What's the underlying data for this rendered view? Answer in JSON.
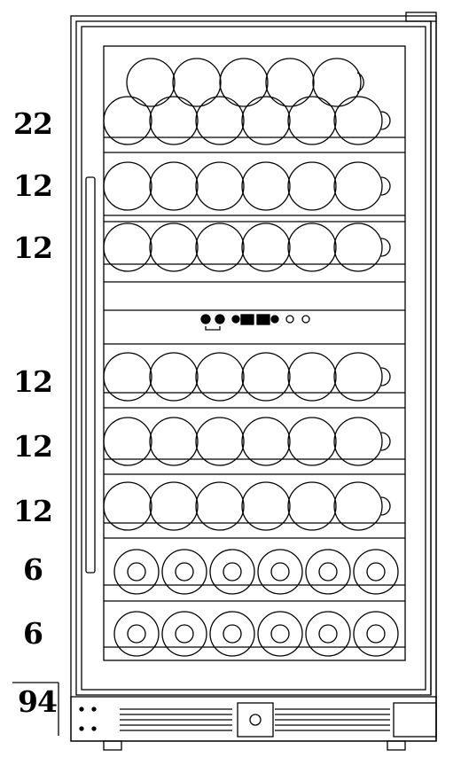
{
  "shelves": [
    {
      "count": "22",
      "type": "double-row"
    },
    {
      "count": "12",
      "type": "single-row"
    },
    {
      "count": "12",
      "type": "single-row"
    },
    {
      "count": "12",
      "type": "single-row"
    },
    {
      "count": "12",
      "type": "single-row"
    },
    {
      "count": "12",
      "type": "single-row"
    },
    {
      "count": "6",
      "type": "bottle-ends"
    },
    {
      "count": "6",
      "type": "bottle-ends"
    }
  ],
  "total": "94",
  "colors": {
    "line": "#000000",
    "background": "#ffffff"
  }
}
